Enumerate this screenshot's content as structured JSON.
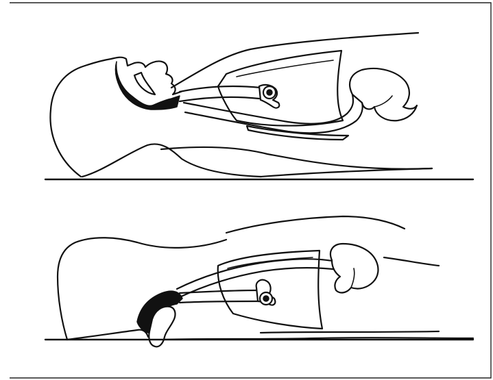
{
  "figure": {
    "panels": [
      {
        "id": "top",
        "position": "head-extended",
        "icons": [
          "head-outline",
          "airway",
          "lungs",
          "stomach"
        ]
      },
      {
        "id": "bottom",
        "position": "head-flexed",
        "icons": [
          "head-outline",
          "airway",
          "lungs",
          "stomach"
        ]
      }
    ],
    "colors": {
      "ink": "#111111",
      "background": "#ffffff"
    }
  }
}
